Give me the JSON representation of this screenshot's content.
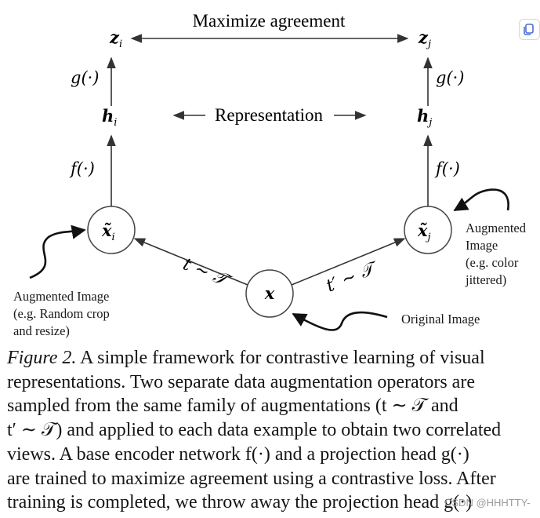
{
  "diagram": {
    "top_label": "Maximize agreement",
    "mid_label": "Representation",
    "z_i": "z",
    "z_j": "z",
    "h_i": "h",
    "h_j": "h",
    "x_i": "x̃",
    "x_j": "x̃",
    "x": "x",
    "sub_i": "i",
    "sub_j": "j",
    "g_label": "g(·)",
    "f_label": "f(·)",
    "t_label": "t ∼ 𝒯",
    "t_prime_label": "t′ ∼ 𝒯",
    "aug_left": [
      "Augmented Image",
      "(e.g. Random crop",
      "and resize)"
    ],
    "aug_right": [
      "Augmented",
      "Image",
      "(e.g. color",
      "jittered)"
    ],
    "orig_label": "Original Image"
  },
  "caption": {
    "fig_label": "Figure 2.",
    "lines": [
      " A simple framework for contrastive learning of visual",
      "representations.  Two separate data augmentation operators are",
      "sampled from the same family of augmentations (t ∼ 𝒯 and",
      "t′ ∼ 𝒯) and applied to each data example to obtain two correlated",
      "views.  A base encoder network f(·) and a projection head g(·)",
      "are trained to maximize agreement using a contrastive loss. After",
      "training is completed, we throw away the projection head g(·)"
    ]
  },
  "watermark": "CSDN @HHHTTY-",
  "icons": {
    "copy": "copy-icon"
  }
}
